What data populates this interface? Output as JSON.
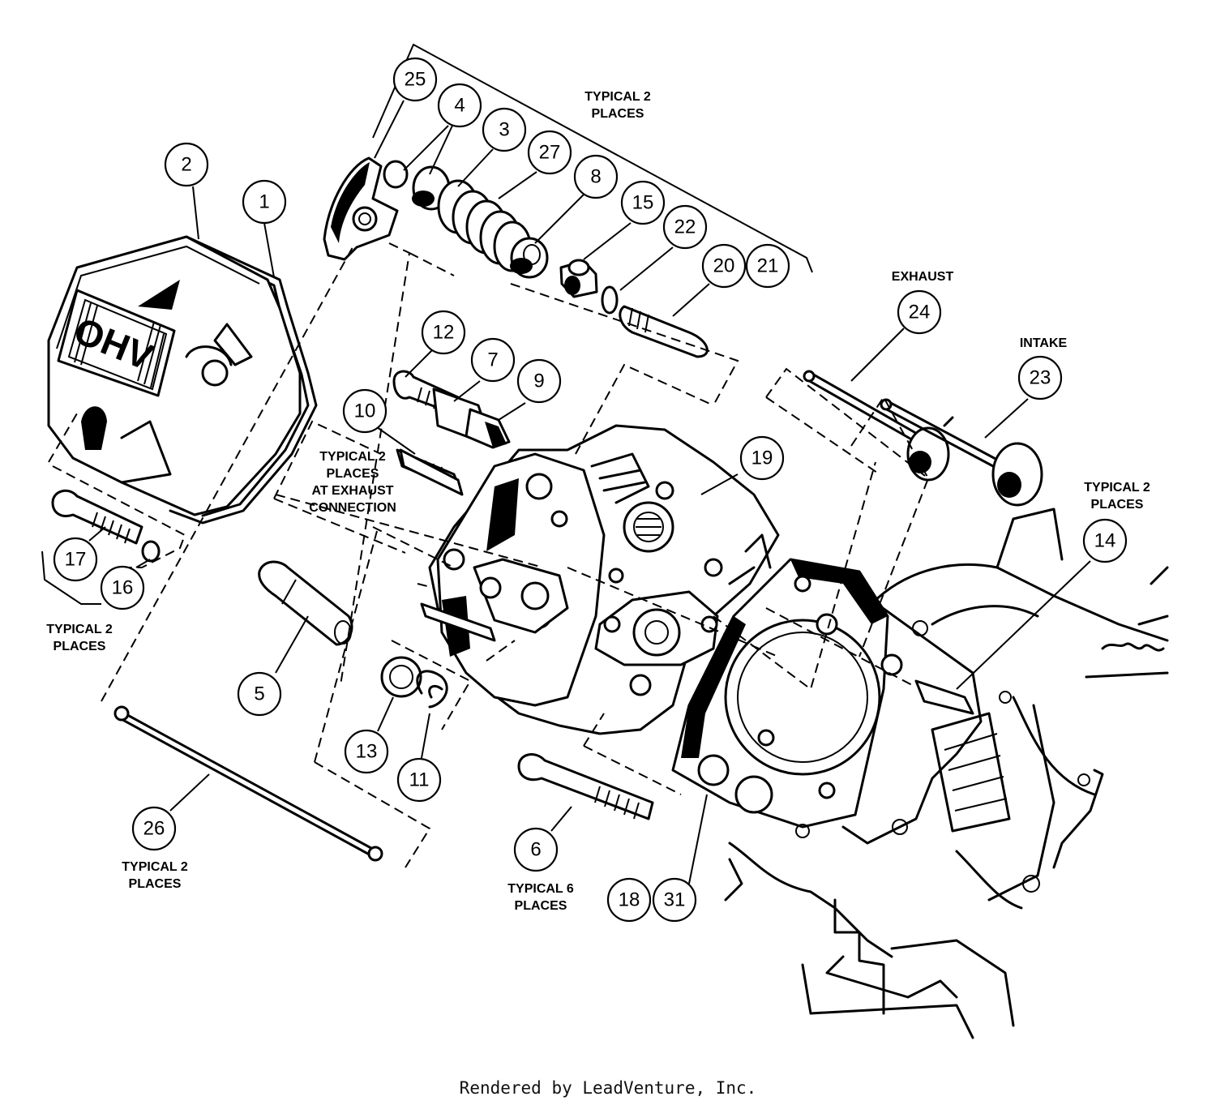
{
  "diagram": {
    "callouts": [
      "25",
      "4",
      "3",
      "27",
      "8",
      "15",
      "22",
      "20",
      "21",
      "2",
      "1",
      "12",
      "7",
      "9",
      "10",
      "19",
      "24",
      "23",
      "14",
      "17",
      "16",
      "5",
      "13",
      "11",
      "6",
      "26",
      "18",
      "31"
    ],
    "notes": {
      "typical2_top": [
        "TYPICAL 2",
        "PLACES"
      ],
      "exhaust": "EXHAUST",
      "intake": "INTAKE",
      "typical2_exhaust_conn": [
        "TYPICAL 2",
        "PLACES",
        "AT EXHAUST",
        "CONNECTION"
      ],
      "typical2_right": [
        "TYPICAL 2",
        "PLACES"
      ],
      "typical2_left": [
        "TYPICAL 2",
        "PLACES"
      ],
      "typical2_rod": [
        "TYPICAL 2",
        "PLACES"
      ],
      "typical6": [
        "TYPICAL 6",
        "PLACES"
      ]
    },
    "logo_lettering": "OHV"
  },
  "footer": {
    "text": "Rendered by LeadVenture, Inc."
  }
}
